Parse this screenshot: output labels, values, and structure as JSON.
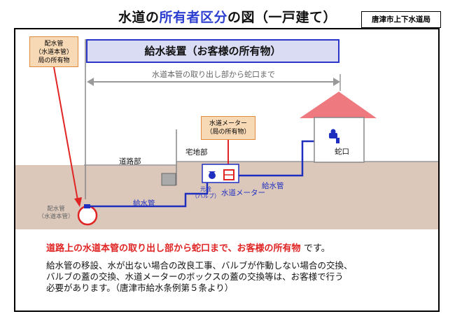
{
  "title": {
    "part1": "水道の",
    "highlight": "所有者区分",
    "part2": "の図（一戸建て）"
  },
  "bureau": "唐津市上下水道局",
  "owner_box": {
    "line1": "配水管",
    "line2": "（水道本管）",
    "line3": "局の所有物"
  },
  "supply_device": "給水装置（お客様の所有物）",
  "range_label": "水道本管の取り出し部から蛇口まで",
  "meter_owner": {
    "line1": "水道メーター",
    "line2": "（局の所有物）"
  },
  "labels": {
    "road": "道路部",
    "residential": "宅地部",
    "faucet": "蛇口",
    "supply_pipe_1": "給水管",
    "supply_pipe_2": "給水管",
    "meter": "水道メーター",
    "main_valve_1": "元栓",
    "main_valve_2": "（バルブ）",
    "main_pipe_1": "配水管",
    "main_pipe_2": "（水道本管）"
  },
  "statement": {
    "red": "道路上の水道本管の取り出し部から蛇口まで、お客様の所有物",
    "tail": "です。"
  },
  "body_lines": [
    "給水管の移設、水が出ない場合の改良工事、バルブが作動しない場合の交換、",
    "バルブの蓋の交換、水道メーターのボックスの蓋の交換等は、お客様で行う",
    "必要があります。（唐津市給水条例第５条より）"
  ],
  "colors": {
    "accent_blue": "#2c3fd0",
    "pipe_blue": "#1e2fc0",
    "red": "#e02424",
    "ground": "#dcc8bb",
    "roof": "#ee7a80",
    "owner_fill": "#f8d9b6"
  }
}
